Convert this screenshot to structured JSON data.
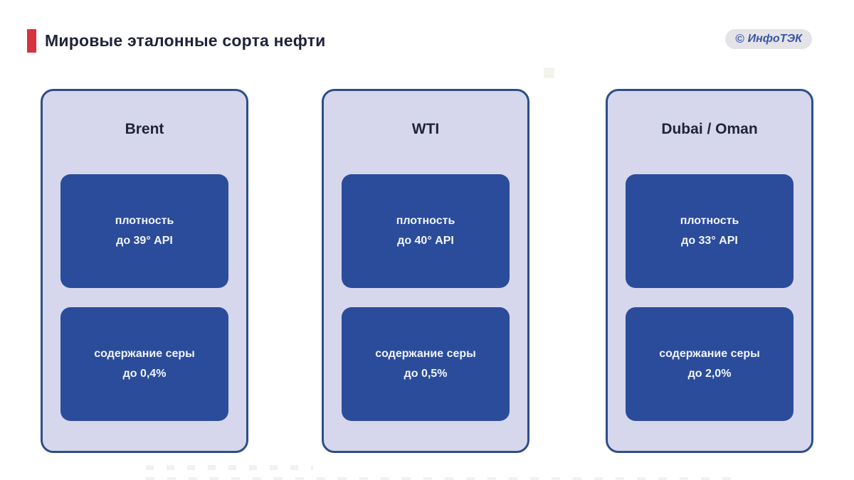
{
  "header": {
    "title": "Мировые эталонные сорта нефти"
  },
  "logo": {
    "symbol": "©",
    "text": "ИнфоТЭК"
  },
  "colors": {
    "accent_red": "#d8313f",
    "title_text": "#20243a",
    "card_bg": "#d6d7ec",
    "card_border": "#2f4d87",
    "block_bg": "#2b4c9b",
    "logo_bg": "#e4e4e7",
    "logo_text": "#3a57a5"
  },
  "cards": [
    {
      "name": "Brent",
      "blocks": [
        {
          "label": "плотность",
          "value": "до 39° API"
        },
        {
          "label": "содержание серы",
          "value": "до 0,4%"
        }
      ]
    },
    {
      "name": "WTI",
      "blocks": [
        {
          "label": "плотность",
          "value": "до 40° API"
        },
        {
          "label": "содержание серы",
          "value": "до 0,5%"
        }
      ]
    },
    {
      "name": "Dubai / Oman",
      "blocks": [
        {
          "label": "плотность",
          "value": "до 33° API"
        },
        {
          "label": "содержание серы",
          "value": "до 2,0%"
        }
      ]
    }
  ]
}
